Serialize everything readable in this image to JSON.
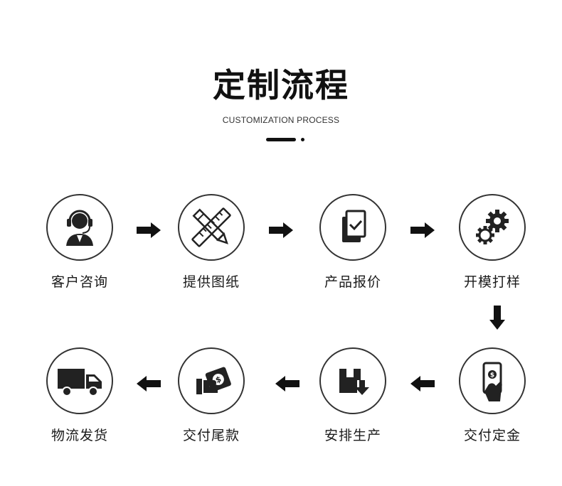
{
  "header": {
    "title": "定制流程",
    "subtitle": "CUSTOMIZATION PROCESS"
  },
  "steps": [
    {
      "label": "客户咨询",
      "icon": "customer-service-icon"
    },
    {
      "label": "提供图纸",
      "icon": "ruler-pencil-icon"
    },
    {
      "label": "产品报价",
      "icon": "document-check-icon"
    },
    {
      "label": "开模打样",
      "icon": "gears-icon"
    },
    {
      "label": "交付定金",
      "icon": "phone-payment-icon"
    },
    {
      "label": "安排生产",
      "icon": "box-download-icon"
    },
    {
      "label": "交付尾款",
      "icon": "cash-hand-icon"
    },
    {
      "label": "物流发货",
      "icon": "delivery-truck-icon"
    }
  ],
  "colors": {
    "icon": "#222222",
    "border": "#333333",
    "text": "#1a1a1a"
  }
}
